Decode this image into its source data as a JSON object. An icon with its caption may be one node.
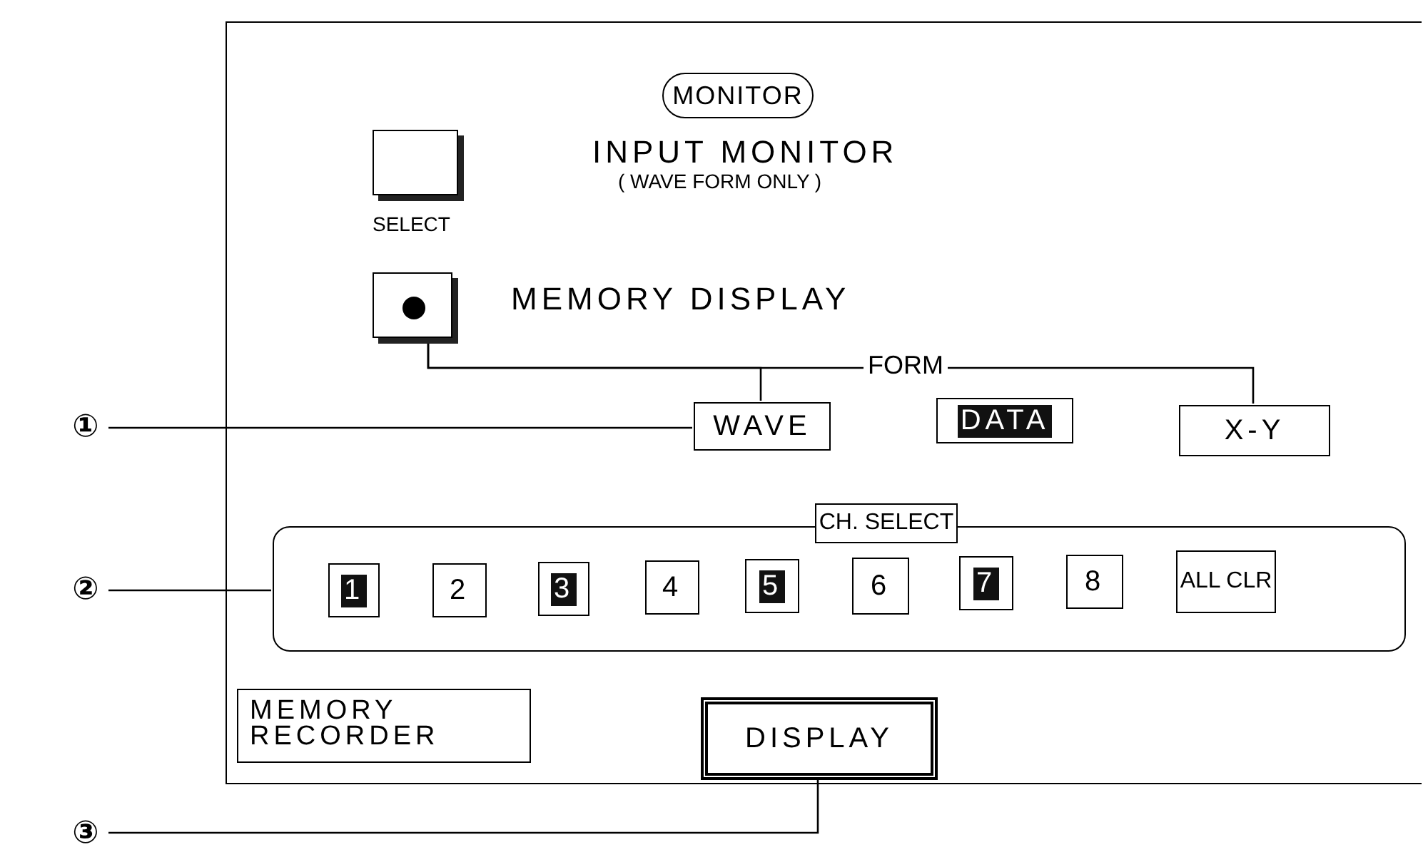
{
  "diagram": {
    "nodes": [
      {
        "text": [],
        "shape": "box"
      },
      {
        "text": [
          "MONITOR"
        ],
        "in": 0
      },
      {
        "text": [],
        "shape": "box",
        "beside": [
          "SELECT"
        ],
        "in": 0
      },
      {
        "text": [],
        "shape": "box",
        "in": 0
      },
      {
        "text": [
          "WAVE"
        ],
        "in": 0
      },
      {
        "text": [
          "DATA"
        ],
        "in": 0
      },
      {
        "text": [
          "X-Y"
        ],
        "in": 0
      },
      {
        "text": [],
        "shape": "box",
        "in": 0
      },
      {
        "text": [
          "CH. SELECT"
        ],
        "in": 0
      },
      {
        "text": [
          "1"
        ],
        "in": 7
      },
      {
        "text": [
          "2"
        ],
        "in": 7
      },
      {
        "text": [
          "3"
        ],
        "in": 7
      },
      {
        "text": [
          "4"
        ],
        "in": 7
      },
      {
        "text": [
          "5"
        ],
        "in": 7
      },
      {
        "text": [
          "6"
        ],
        "in": 7
      },
      {
        "text": [
          "7"
        ],
        "in": 7
      },
      {
        "text": [
          "8"
        ],
        "in": 7
      },
      {
        "text": [
          "ALL CLR"
        ],
        "in": 7
      },
      {
        "text": [
          "MEMORY RECORDER"
        ],
        "in": 0
      },
      {
        "text": [
          "DISPLAY"
        ],
        "in": 0
      },
      {
        "text": [
          "①"
        ]
      },
      {
        "text": [
          "②"
        ]
      },
      {
        "text": [
          "③"
        ]
      }
    ],
    "edges": [
      {
        "from": 3,
        "to": 4,
        "arrow": "none"
      },
      {
        "from": 3,
        "to": 6,
        "arrow": "none"
      },
      {
        "from": 20,
        "to": 4,
        "arrow": "none"
      },
      {
        "from": 21,
        "to": 7,
        "arrow": "none"
      },
      {
        "from": 22,
        "to": 19,
        "arrow": "none"
      }
    ],
    "labels": [
      "INPUT MONITOR",
      "( WAVE FORM ONLY )",
      "MEMORY DISPLAY",
      "FORM"
    ]
  }
}
